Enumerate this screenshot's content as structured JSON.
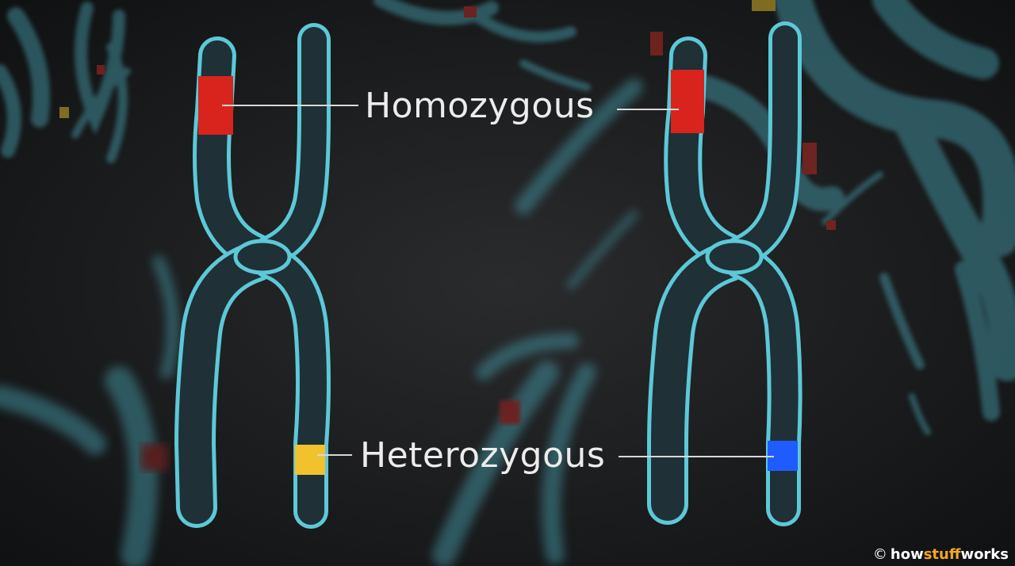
{
  "labels": {
    "homozygous": "Homozygous",
    "heterozygous": "Heterozygous"
  },
  "credit": {
    "symbol": "©",
    "part1": "how",
    "part2": "stuff",
    "part3": "works"
  },
  "colors": {
    "background": "#141516",
    "chromosome": "#5cc8d8",
    "chromosome_fill": "#243a42",
    "homozygous_band": "#d8241c",
    "heterozygous_band_left": "#f2c12e",
    "heterozygous_band_right": "#1f5cff",
    "accent": "#f5a623"
  },
  "icons": [
    "copyright-icon"
  ]
}
